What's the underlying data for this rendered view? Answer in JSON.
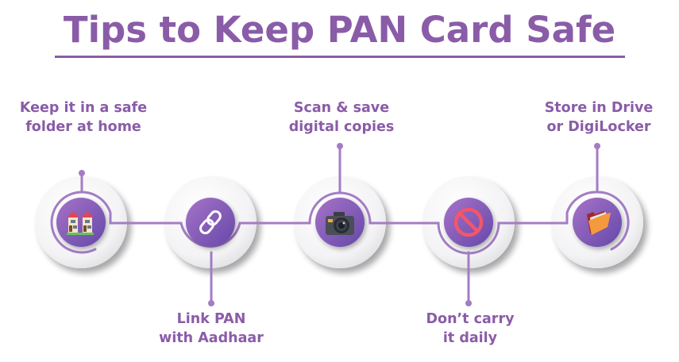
{
  "title": "Tips to Keep PAN Card Safe",
  "colors": {
    "accent": "#8a5ca8",
    "line": "#a47cc4",
    "icon_bg_top": "#9b6cc4",
    "icon_bg_bottom": "#6a4aa8",
    "circle_face": "#f4f4f6"
  },
  "tips": [
    {
      "id": "safe-folder",
      "position": "top",
      "line1": "Keep it in a safe",
      "line2": "folder at home",
      "icon": "houses-icon"
    },
    {
      "id": "link-aadhaar",
      "position": "bottom",
      "line1": "Link PAN",
      "line2": "with Aadhaar",
      "icon": "chain-link-icon"
    },
    {
      "id": "scan-copies",
      "position": "top",
      "line1": "Scan & save",
      "line2": "digital copies",
      "icon": "camera-icon"
    },
    {
      "id": "dont-carry",
      "position": "bottom",
      "line1": "Don’t carry",
      "line2": "it daily",
      "icon": "prohibited-icon"
    },
    {
      "id": "store-drive",
      "position": "top",
      "line1": "Store in Drive",
      "line2": "or DigiLocker",
      "icon": "folder-icon"
    }
  ]
}
